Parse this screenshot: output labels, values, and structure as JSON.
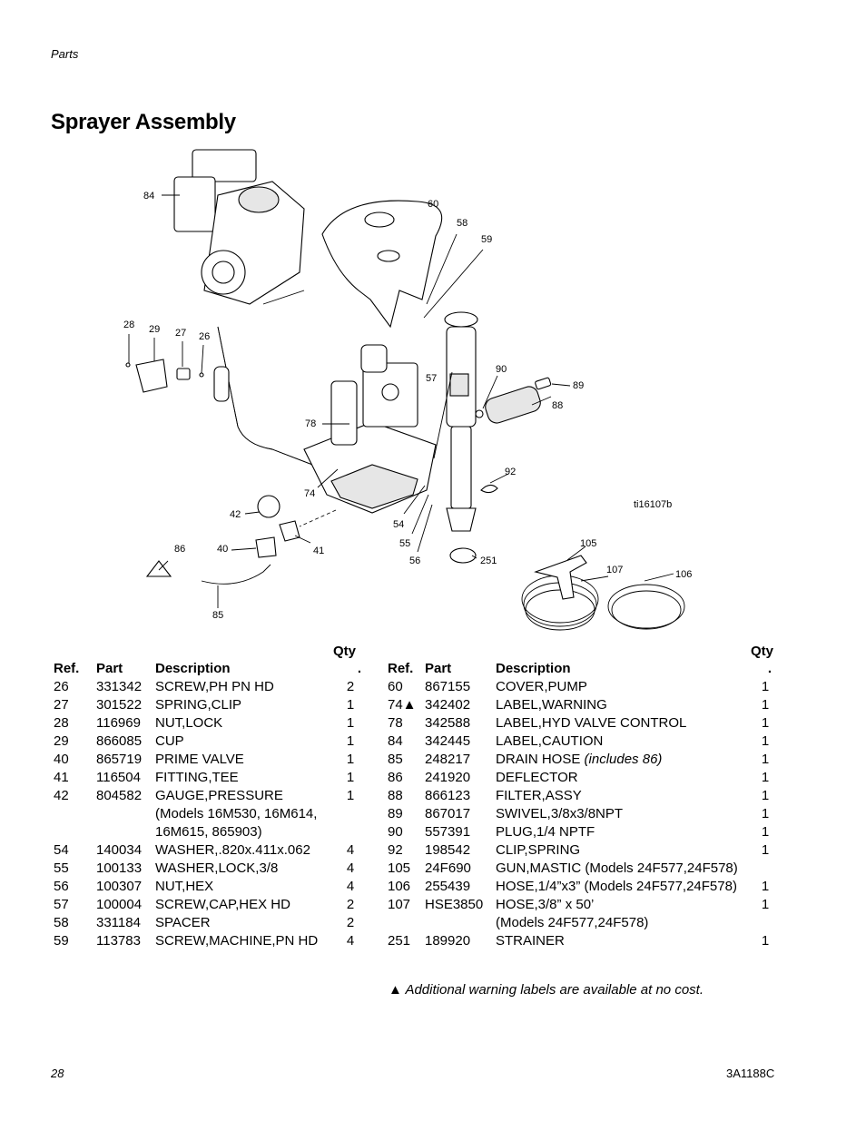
{
  "header": {
    "section": "Parts"
  },
  "page_title": "Sprayer Assembly",
  "diagram": {
    "figure_id": "ti16107b",
    "callouts": [
      "84",
      "60",
      "58",
      "59",
      "28",
      "29",
      "27",
      "26",
      "57",
      "90",
      "89",
      "88",
      "78",
      "92",
      "74",
      "42",
      "41",
      "40",
      "86",
      "54",
      "55",
      "56",
      "251",
      "105",
      "107",
      "106",
      "85"
    ]
  },
  "table": {
    "headers": {
      "ref": "Ref.",
      "part": "Part",
      "description": "Description",
      "qty_top": "Qty",
      "qty_bottom": "."
    },
    "left_rows": [
      {
        "ref": "26",
        "part": "331342",
        "description": "SCREW,PH PN HD",
        "qty": "2"
      },
      {
        "ref": "27",
        "part": "301522",
        "description": "SPRING,CLIP",
        "qty": "1"
      },
      {
        "ref": "28",
        "part": "116969",
        "description": "NUT,LOCK",
        "qty": "1"
      },
      {
        "ref": "29",
        "part": "866085",
        "description": "CUP",
        "qty": "1"
      },
      {
        "ref": "40",
        "part": "865719",
        "description": "PRIME VALVE",
        "qty": "1"
      },
      {
        "ref": "41",
        "part": "116504",
        "description": "FITTING,TEE",
        "qty": "1"
      },
      {
        "ref": "42",
        "part": "804582",
        "description": "GAUGE,PRESSURE",
        "qty": "1"
      },
      {
        "ref": "",
        "part": "",
        "description": "(Models 16M530, 16M614,",
        "qty": ""
      },
      {
        "ref": "",
        "part": "",
        "description": "16M615, 865903)",
        "qty": ""
      },
      {
        "ref": "54",
        "part": "140034",
        "description": "WASHER,.820x.411x.062",
        "qty": "4"
      },
      {
        "ref": "55",
        "part": "100133",
        "description": "WASHER,LOCK,3/8",
        "qty": "4"
      },
      {
        "ref": "56",
        "part": "100307",
        "description": "NUT,HEX",
        "qty": "4"
      },
      {
        "ref": "57",
        "part": "100004",
        "description": "SCREW,CAP,HEX HD",
        "qty": "2"
      },
      {
        "ref": "58",
        "part": "331184",
        "description": "SPACER",
        "qty": "2"
      },
      {
        "ref": "59",
        "part": "113783",
        "description": "SCREW,MACHINE,PN HD",
        "qty": "4"
      }
    ],
    "right_rows": [
      {
        "ref": "60",
        "part": "867155",
        "description": "COVER,PUMP",
        "description_note": "",
        "qty": "1"
      },
      {
        "ref": "74▲",
        "part": "342402",
        "description": "LABEL,WARNING",
        "description_note": "",
        "qty": "1"
      },
      {
        "ref": "78",
        "part": "342588",
        "description": "LABEL,HYD VALVE CONTROL",
        "description_note": "",
        "qty": "1"
      },
      {
        "ref": "84",
        "part": "342445",
        "description": "LABEL,CAUTION",
        "description_note": "",
        "qty": "1"
      },
      {
        "ref": "85",
        "part": "248217",
        "description": "DRAIN HOSE",
        "description_note": "(includes 86)",
        "qty": "1"
      },
      {
        "ref": "86",
        "part": "241920",
        "description": "DEFLECTOR",
        "description_note": "",
        "qty": "1"
      },
      {
        "ref": "88",
        "part": "866123",
        "description": "FILTER,ASSY",
        "description_note": "",
        "qty": "1"
      },
      {
        "ref": "89",
        "part": "867017",
        "description": "SWIVEL,3/8x3/8NPT",
        "description_note": "",
        "qty": "1"
      },
      {
        "ref": "90",
        "part": "557391",
        "description": "PLUG,1/4 NPTF",
        "description_note": "",
        "qty": "1"
      },
      {
        "ref": "92",
        "part": "198542",
        "description": "CLIP,SPRING",
        "description_note": "",
        "qty": "1"
      },
      {
        "ref": "105",
        "part": "24F690",
        "description": "GUN,MASTIC (Models 24F577,24F578)",
        "description_note": "",
        "qty": ""
      },
      {
        "ref": "106",
        "part": "255439",
        "description": "HOSE,1/4”x3” (Models 24F577,24F578)",
        "description_note": "",
        "qty": "1"
      },
      {
        "ref": "107",
        "part": "HSE3850",
        "description": "HOSE,3/8” x 50’",
        "description_note": "",
        "qty": "1"
      },
      {
        "ref": "",
        "part": "",
        "description": "(Models 24F577,24F578)",
        "description_note": "",
        "qty": ""
      },
      {
        "ref": "251",
        "part": "189920",
        "description": "STRAINER",
        "description_note": "",
        "qty": "1"
      }
    ]
  },
  "footnote": "▲ Additional warning labels are available at no cost.",
  "footer": {
    "page_number": "28",
    "doc_number": "3A1188C"
  }
}
